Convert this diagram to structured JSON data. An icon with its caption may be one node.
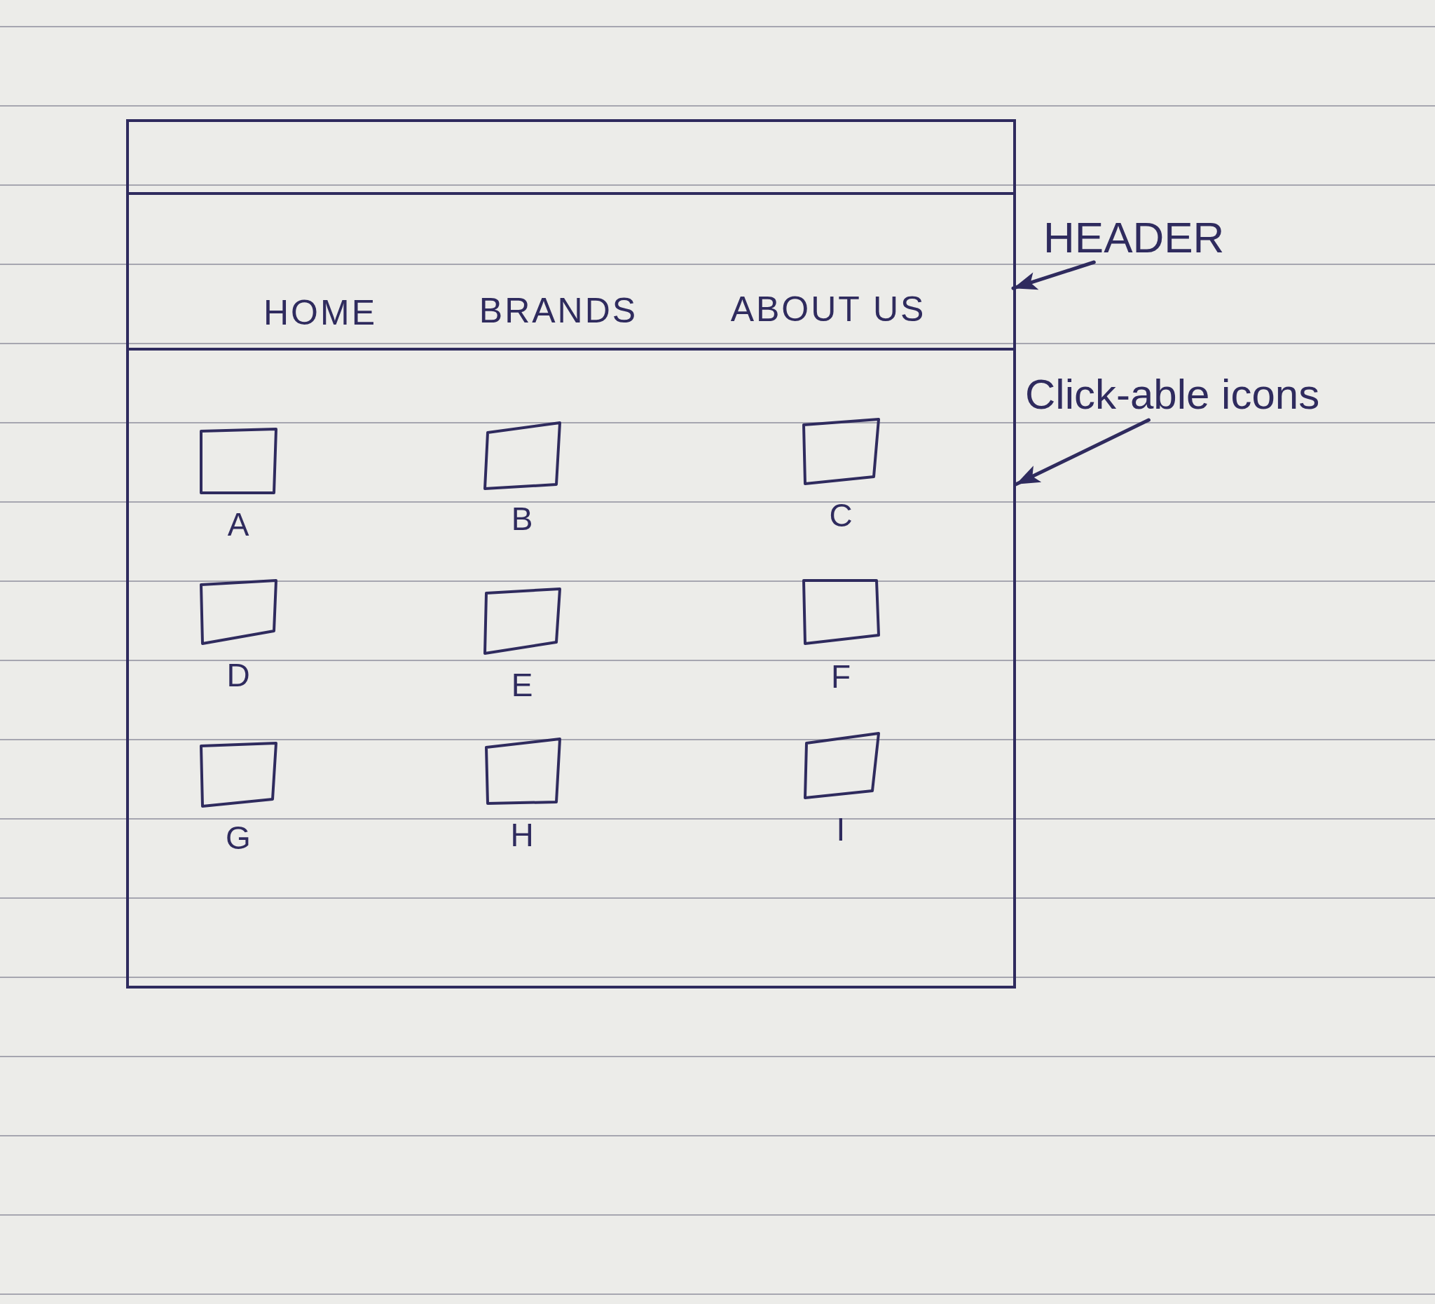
{
  "diagram": {
    "nodes": [
      {
        "text": [],
        "shape": "box"
      },
      {
        "text": [],
        "shape": "bar",
        "in": 0
      },
      {
        "text": [
          "HOME",
          "BRANDS",
          "ABOUT US"
        ],
        "in": 0
      },
      {
        "text": [
          "A"
        ],
        "in": 0
      },
      {
        "text": [
          "B"
        ],
        "in": 0
      },
      {
        "text": [
          "C"
        ],
        "in": 0
      },
      {
        "text": [
          "D"
        ],
        "in": 0
      },
      {
        "text": [
          "E"
        ],
        "in": 0
      },
      {
        "text": [
          "F"
        ],
        "in": 0
      },
      {
        "text": [
          "G"
        ],
        "in": 0
      },
      {
        "text": [
          "H"
        ],
        "in": 0
      },
      {
        "text": [
          "I"
        ],
        "in": 0
      },
      {
        "text": [
          "HEADER"
        ]
      },
      {
        "text": [
          "Click-able icons"
        ]
      }
    ],
    "edges": [
      {
        "from": 12,
        "to": 2,
        "arrow": "to"
      },
      {
        "from": 13,
        "to": 0,
        "arrow": "to"
      }
    ]
  }
}
